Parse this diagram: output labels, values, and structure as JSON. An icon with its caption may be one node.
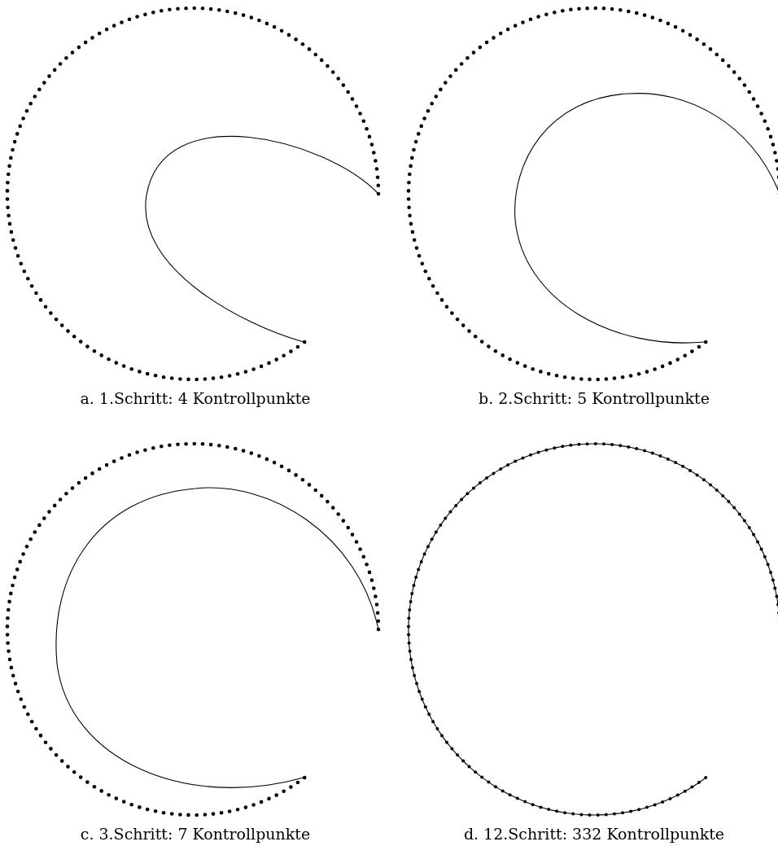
{
  "diagram": {
    "labels": [
      "a. 1.Schritt: 4 Kontrollpunkte",
      "b. 2.Schritt: 5 Kontrollpunkte",
      "c. 3.Schritt: 7 Kontrollpunkte",
      "d. 12.Schritt: 332 Kontrollpunkte"
    ]
  }
}
